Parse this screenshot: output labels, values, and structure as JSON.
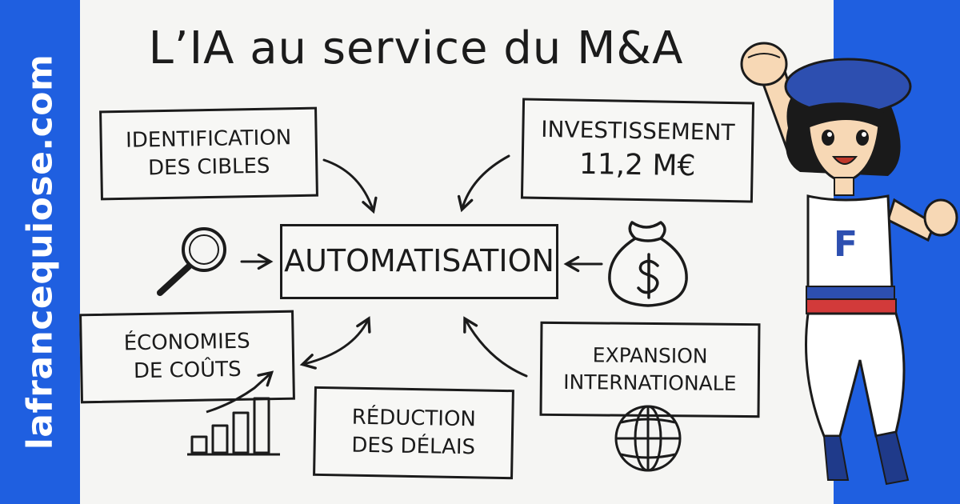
{
  "brand": {
    "site": "lafrancequiose.com",
    "color": "#1f5fe0"
  },
  "title": "L’IA au service du M&A",
  "nodes": {
    "identification": {
      "line1": "IDENTIFICATION",
      "line2": "DES CIBLES"
    },
    "investissement": {
      "line1": "INVESTISSEMENT",
      "line2": "11,2 M€"
    },
    "automatisation": {
      "label": "AUTOMATISATION"
    },
    "economies": {
      "line1": "ÉCONOMIES",
      "line2": "DE COÛTS"
    },
    "reduction": {
      "line1": "RÉDUCTION",
      "line2": "DES DÉLAIS"
    },
    "expansion": {
      "line1": "EXPANSION",
      "line2": "INTERNATIONALE"
    }
  },
  "icons": [
    "magnifier-icon",
    "money-bag-icon",
    "bar-chart-icon",
    "globe-icon"
  ],
  "mascot": {
    "shirt_letter": "F",
    "colors": {
      "blue": "#2d4fb0",
      "red": "#d23a3a",
      "white": "#ffffff",
      "skin": "#f7d8b5"
    }
  }
}
